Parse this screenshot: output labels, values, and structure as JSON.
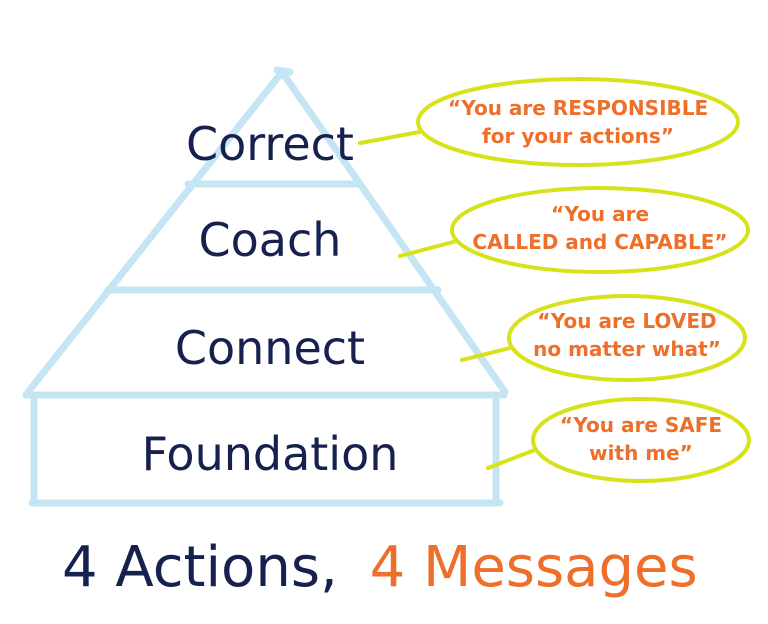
{
  "levels": [
    {
      "label": "Correct"
    },
    {
      "label": "Coach"
    },
    {
      "label": "Connect"
    },
    {
      "label": "Foundation"
    }
  ],
  "messages": [
    {
      "line1": "“You are RESPONSIBLE",
      "line2": "for your actions”"
    },
    {
      "line1": "“You are",
      "line2": "CALLED and CAPABLE”"
    },
    {
      "line1": "“You are LOVED",
      "line2": "no matter what”"
    },
    {
      "line1": "“You are SAFE",
      "line2": "with me”"
    }
  ],
  "title": {
    "part1": "4 Actions,",
    "part2": "4 Messages"
  },
  "colors": {
    "navy": "#17214f",
    "orange": "#ee6f2a",
    "pyramid_outline": "#c5e4f4",
    "bubble_outline": "#d8e21a"
  }
}
